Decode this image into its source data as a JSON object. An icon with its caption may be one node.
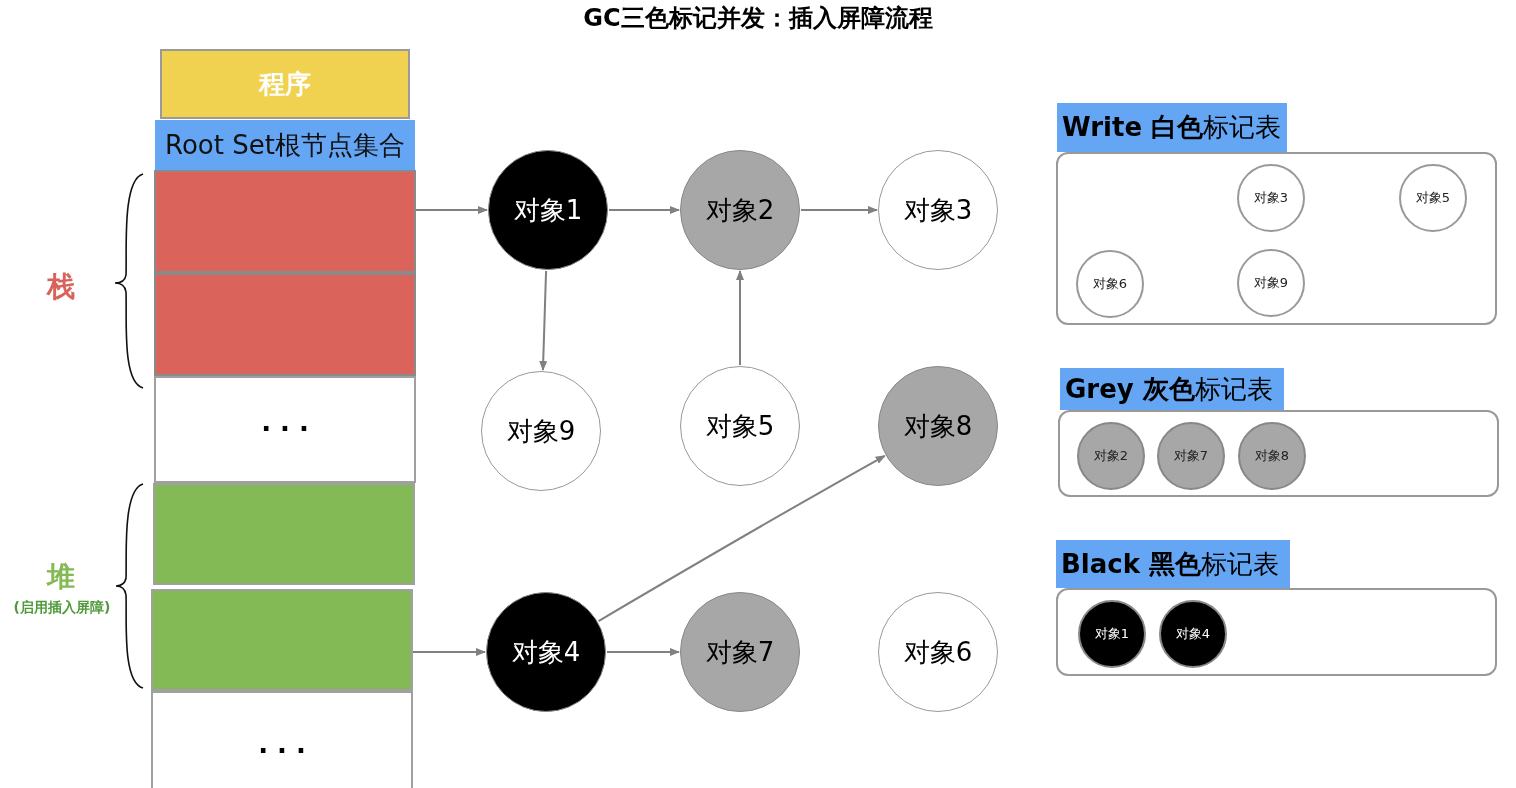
{
  "diagram": {
    "title": "GC三色标记并发：插入屏障流程",
    "nodes": [
      {
        "text": [
          "程序"
        ]
      },
      {
        "text": [
          "Root Set根节点集合"
        ]
      },
      {
        "text": [],
        "shape": "box"
      },
      {
        "text": [],
        "shape": "box"
      },
      {
        "text": [
          "· · ·"
        ]
      },
      {
        "text": [],
        "shape": "box"
      },
      {
        "text": [],
        "shape": "box"
      },
      {
        "text": [
          "· · ·"
        ]
      },
      {
        "text": [
          "对象1"
        ]
      },
      {
        "text": [
          "对象2"
        ]
      },
      {
        "text": [
          "对象3"
        ]
      },
      {
        "text": [
          "对象9"
        ]
      },
      {
        "text": [
          "对象5"
        ]
      },
      {
        "text": [
          "对象8"
        ]
      },
      {
        "text": [
          "对象4"
        ]
      },
      {
        "text": [
          "对象7"
        ]
      },
      {
        "text": [
          "对象6"
        ]
      },
      {
        "text": [
          "**Write 白色**标记表"
        ]
      },
      {
        "text": [],
        "shape": "box"
      },
      {
        "text": [
          "对象3"
        ],
        "in": 18
      },
      {
        "text": [
          "对象5"
        ],
        "in": 18
      },
      {
        "text": [
          "对象6"
        ],
        "in": 18
      },
      {
        "text": [
          "对象9"
        ],
        "in": 18
      },
      {
        "text": [
          "**Grey 灰色**标记表"
        ]
      },
      {
        "text": [],
        "shape": "box"
      },
      {
        "text": [
          "对象2"
        ],
        "in": 24
      },
      {
        "text": [
          "对象7"
        ],
        "in": 24
      },
      {
        "text": [
          "对象8"
        ],
        "in": 24
      },
      {
        "text": [
          "**Black 黑色**标记表"
        ]
      },
      {
        "text": [],
        "shape": "box"
      },
      {
        "text": [
          "对象1"
        ],
        "in": 29
      },
      {
        "text": [
          "对象4"
        ],
        "in": 29
      }
    ],
    "edges": [
      {
        "from": 2,
        "to": 8,
        "arrow": "to"
      },
      {
        "from": 8,
        "to": 9,
        "arrow": "to"
      },
      {
        "from": 9,
        "to": 10,
        "arrow": "to"
      },
      {
        "from": 8,
        "to": 11,
        "arrow": "to"
      },
      {
        "from": 12,
        "to": 9,
        "arrow": "to"
      },
      {
        "from": 6,
        "to": 14,
        "arrow": "to"
      },
      {
        "from": 14,
        "to": 13,
        "arrow": "to"
      },
      {
        "from": 14,
        "to": 15,
        "arrow": "to"
      }
    ],
    "labels": [
      "栈",
      "堆",
      "(启用插入屏障)"
    ]
  }
}
